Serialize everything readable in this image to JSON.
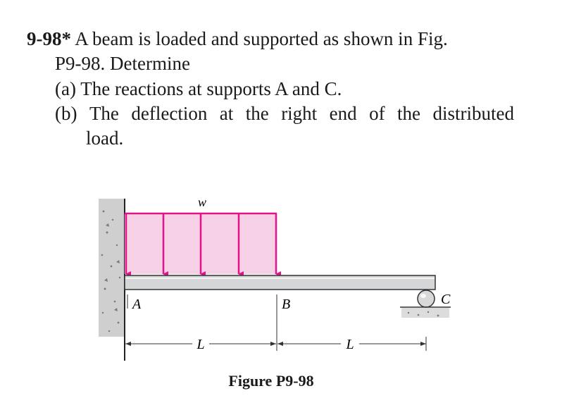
{
  "problem": {
    "number": "9-98*",
    "statement_line1": "A beam is loaded and supported as shown in Fig.",
    "statement_line2": "P9-98. Determine",
    "part_a": "(a) The reactions at supports A and C.",
    "part_b_words": [
      "(b)",
      "The",
      "deflection",
      "at",
      "the",
      "right",
      "end",
      "of",
      "the",
      "distributed"
    ],
    "part_b_cont": "load."
  },
  "figure": {
    "load_label": "w",
    "support_a_label": "A",
    "point_b_label": "B",
    "support_c_label": "C",
    "span1_label": "L",
    "span2_label": "L",
    "caption": "Figure P9-98",
    "colors": {
      "load_fill": "#f6d0e4",
      "load_stroke": "#e0128c",
      "beam_fill": "#d4d6d8",
      "beam_stroke": "#333333",
      "ground": "#c8c8c8"
    }
  }
}
